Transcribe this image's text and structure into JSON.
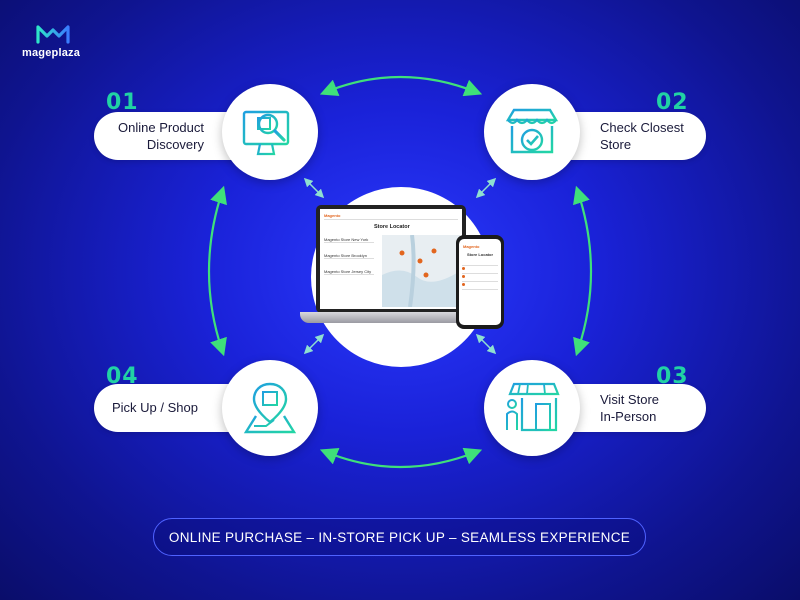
{
  "brand": {
    "name": "mageplaza"
  },
  "steps": [
    {
      "number": "01",
      "label_line1": "Online Product",
      "label_line2": "Discovery",
      "icon": "monitor-search-icon"
    },
    {
      "number": "02",
      "label_line1": "Check Closest",
      "label_line2": "Store",
      "icon": "store-check-icon"
    },
    {
      "number": "03",
      "label_line1": "Visit Store",
      "label_line2": "In-Person",
      "icon": "storefront-person-icon"
    },
    {
      "number": "04",
      "label_line1": "Pick Up / Shop",
      "label_line2": "",
      "icon": "map-pin-box-icon"
    }
  ],
  "devices": {
    "laptop": {
      "brand": "Magento",
      "page_title": "Store Locator",
      "stores": [
        "Magento Store New York",
        "Magento Store Brooklyn",
        "Magento Store Jersey City"
      ]
    },
    "phone": {
      "brand": "Magento",
      "page_title": "Store Locator"
    }
  },
  "banner": {
    "text": "ONLINE PURCHASE – IN-STORE PICK UP – SEAMLESS EXPERIENCE"
  },
  "colors": {
    "accent_green": "#21d2a4",
    "arrow_green": "#3fe07a",
    "background": "#1a22d8",
    "icon_teal": "#1cb8c9"
  }
}
